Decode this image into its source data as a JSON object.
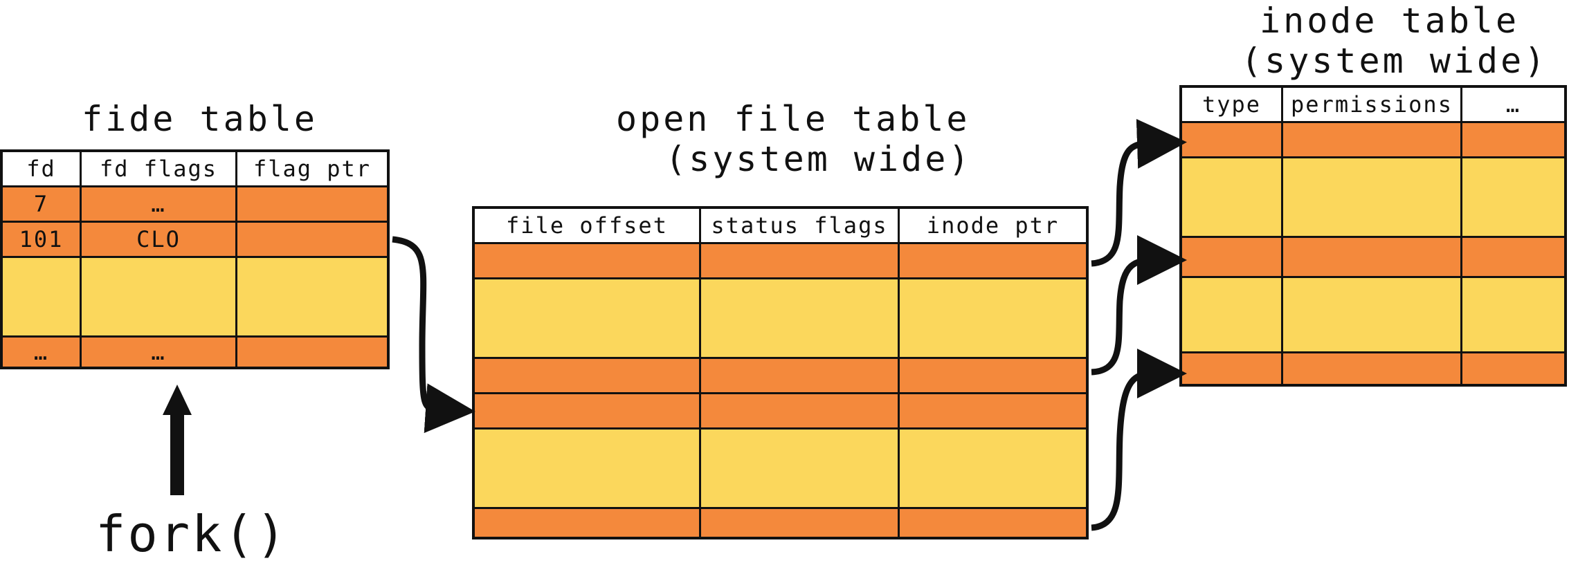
{
  "fd_table": {
    "title": "fide table",
    "headers": [
      "fd",
      "fd flags",
      "flag ptr"
    ],
    "rows": [
      {
        "cells": [
          "7",
          "…",
          ""
        ],
        "color": "orange"
      },
      {
        "cells": [
          "101",
          "CLO",
          ""
        ],
        "color": "orange"
      },
      {
        "cells": [
          "",
          "",
          ""
        ],
        "color": "yellow"
      },
      {
        "cells": [
          "…",
          "…",
          ""
        ],
        "color": "orange"
      }
    ]
  },
  "open_file_table": {
    "title_line1": "open file table",
    "title_line2": " (system wide)",
    "headers": [
      "file offset",
      "status flags",
      "inode ptr"
    ],
    "rows": [
      {
        "cells": [
          "",
          "",
          ""
        ],
        "color": "orange"
      },
      {
        "cells": [
          "",
          "",
          ""
        ],
        "color": "yellow"
      },
      {
        "cells": [
          "",
          "",
          ""
        ],
        "color": "orange"
      },
      {
        "cells": [
          "",
          "",
          ""
        ],
        "color": "orange"
      },
      {
        "cells": [
          "",
          "",
          ""
        ],
        "color": "yellow"
      },
      {
        "cells": [
          "",
          "",
          ""
        ],
        "color": "orange"
      }
    ]
  },
  "inode_table": {
    "title_line1": "inode table",
    "title_line2": "(system wide)",
    "headers": [
      "type",
      "permissions",
      "…"
    ],
    "rows": [
      {
        "cells": [
          "",
          "",
          ""
        ],
        "color": "orange"
      },
      {
        "cells": [
          "",
          "",
          ""
        ],
        "color": "yellow"
      },
      {
        "cells": [
          "",
          "",
          ""
        ],
        "color": "orange"
      },
      {
        "cells": [
          "",
          "",
          ""
        ],
        "color": "yellow"
      },
      {
        "cells": [
          "",
          "",
          ""
        ],
        "color": "orange"
      }
    ]
  },
  "fork_label": "fork()",
  "colors": {
    "orange": "#f4893c",
    "yellow": "#fbd75c",
    "line": "#111111"
  }
}
